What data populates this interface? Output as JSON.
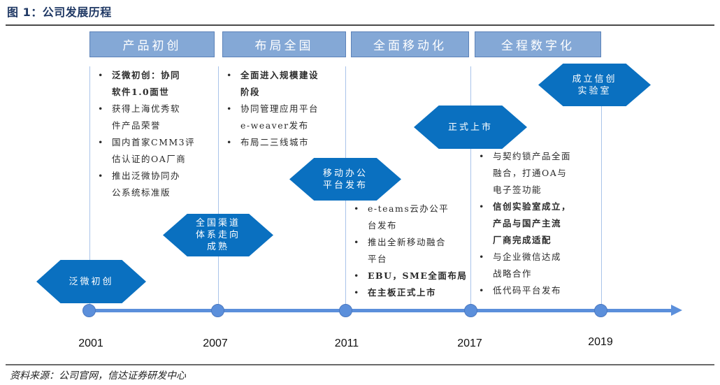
{
  "title": "图 1：公司发展历程",
  "source": "资料来源：公司官网，信达证券研发中心",
  "colors": {
    "phase_fill": "#84a8d6",
    "hex_fill": "#0a70c0",
    "axis": "#5b8fdb",
    "vline": "#a9c4ea",
    "title": "#1f3864"
  },
  "phases": [
    {
      "label": "产品初创"
    },
    {
      "label": "布局全国"
    },
    {
      "label": "全面移动化"
    },
    {
      "label": "全程数字化"
    }
  ],
  "milestones": [
    {
      "year": "2001",
      "event": "泛微初创"
    },
    {
      "year": "2007",
      "event": "全国渠道体系走向成熟",
      "event_lines": [
        "全国渠道",
        "体系走向",
        "成熟"
      ]
    },
    {
      "year": "2011",
      "event": "移动办公平台发布",
      "event_lines": [
        "移动办公",
        "平台发布"
      ]
    },
    {
      "year": "2017",
      "event": "正式上市"
    },
    {
      "year": "2019",
      "event": "成立信创实验室",
      "event_lines": [
        "成立信创",
        "实验室"
      ]
    }
  ],
  "details": {
    "phase1": [
      {
        "lines": [
          "泛微初创：协同",
          "软件1.0面世"
        ],
        "bold": true
      },
      {
        "lines": [
          "获得上海优秀软",
          "件产品荣誉"
        ],
        "bold": false
      },
      {
        "lines": [
          "国内首家CMM3评",
          "估认证的OA厂商"
        ],
        "bold": false
      },
      {
        "lines": [
          "推出泛微协同办",
          "公系统标准版"
        ],
        "bold": false
      }
    ],
    "phase2": [
      {
        "lines": [
          "全面进入规模建设",
          "阶段"
        ],
        "bold": true
      },
      {
        "lines": [
          "协同管理应用平台",
          "e-weaver发布"
        ],
        "bold": false
      },
      {
        "lines": [
          "布局二三线城市"
        ],
        "bold": false
      }
    ],
    "phase3": [
      {
        "lines": [
          "e-teams云办公平",
          "台发布"
        ],
        "bold": false
      },
      {
        "lines": [
          "推出全新移动融合",
          "平台"
        ],
        "bold": false
      },
      {
        "lines": [
          "EBU，SME全面布局"
        ],
        "bold": true
      },
      {
        "lines": [
          "在主板正式上市"
        ],
        "bold": true
      }
    ],
    "phase4": [
      {
        "lines": [
          "与契约锁产品全面",
          "融合，打通OA与",
          "电子签功能"
        ],
        "bold": false
      },
      {
        "lines": [
          "信创实验室成立，",
          "产品与国产主流",
          "厂商完成适配"
        ],
        "bold": true
      },
      {
        "lines": [
          "与企业微信达成",
          "战略合作"
        ],
        "bold": false
      },
      {
        "lines": [
          "低代码平台发布"
        ],
        "bold": false
      }
    ]
  },
  "bullet": "•"
}
